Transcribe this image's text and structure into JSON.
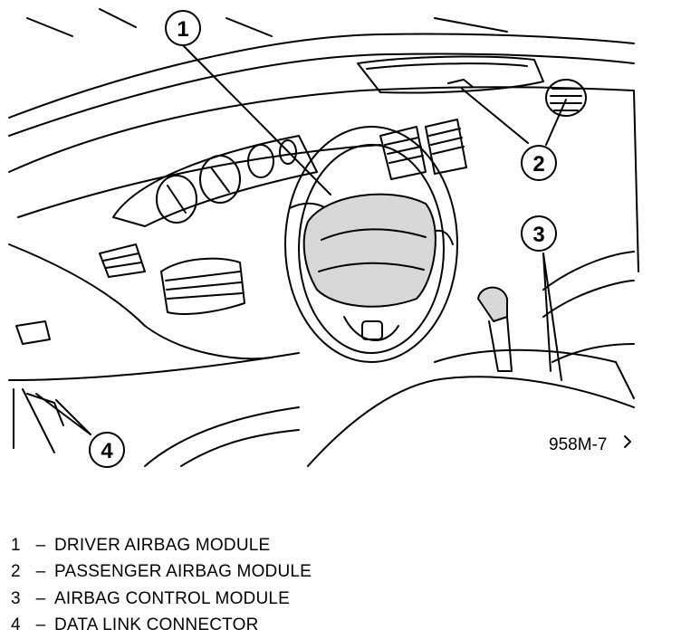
{
  "figure_id": "958M-7",
  "callouts": [
    "1",
    "2",
    "3",
    "4"
  ],
  "legend": [
    {
      "num": "1",
      "dash": "–",
      "text": "DRIVER AIRBAG MODULE"
    },
    {
      "num": "2",
      "dash": "–",
      "text": "PASSENGER AIRBAG MODULE"
    },
    {
      "num": "3",
      "dash": "–",
      "text": "AIRBAG CONTROL MODULE"
    },
    {
      "num": "4",
      "dash": "–",
      "text": "DATA LINK CONNECTOR"
    }
  ]
}
